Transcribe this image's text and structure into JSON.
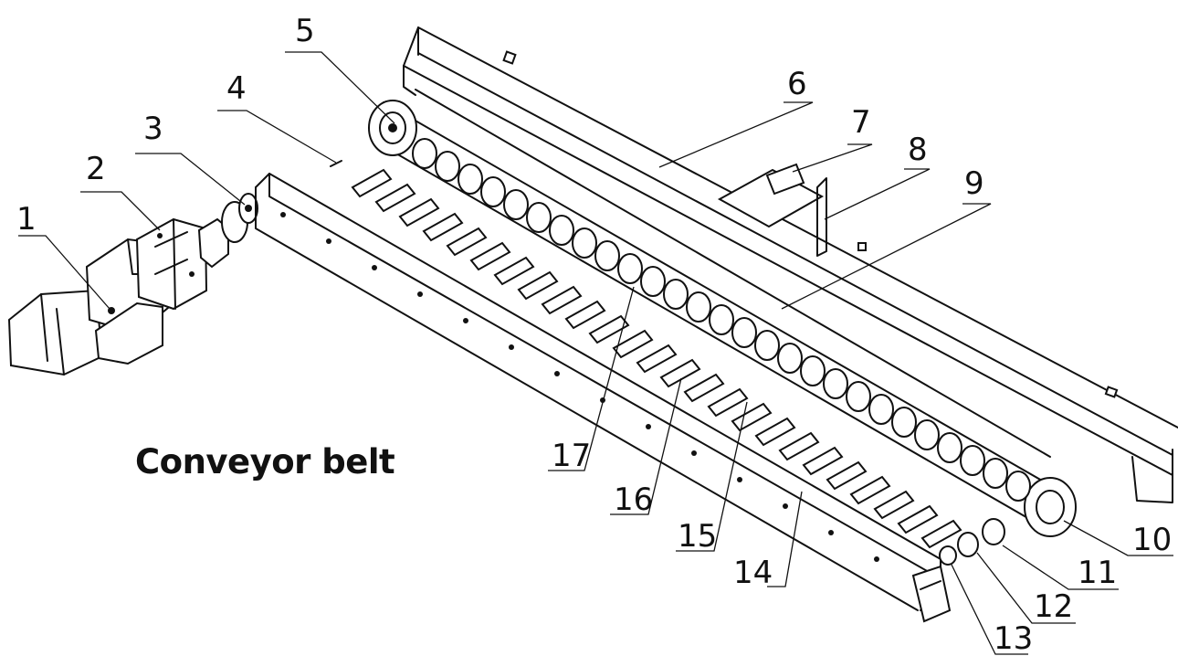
{
  "caption": "Conveyor belt",
  "callouts": [
    "1",
    "2",
    "3",
    "4",
    "5",
    "6",
    "7",
    "8",
    "9",
    "10",
    "11",
    "12",
    "13",
    "14",
    "15",
    "16",
    "17"
  ]
}
